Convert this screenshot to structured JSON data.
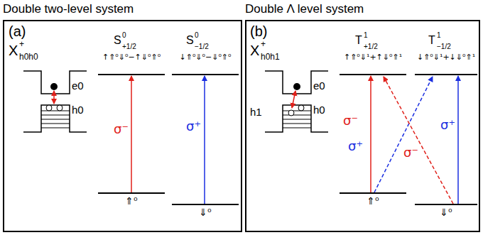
{
  "diagram": {
    "nodes": [
      {
        "text": [
          "Double two-level system"
        ]
      },
      {
        "text": [
          "Double Λ level system"
        ]
      }
    ],
    "labels": [
      "(a)",
      "X",
      "+",
      "h0h0",
      "e0",
      "h0",
      "S",
      "0",
      "+1/2",
      "↑⇑⁰⇓⁰−↑⇓⁰⇑⁰",
      "S",
      "0",
      "−1/2",
      "↓⇑⁰⇓⁰−⇓⁰⇑⁰",
      "σ⁻",
      "σ⁺",
      "⇑⁰",
      "⇓⁰",
      "(b)",
      "X",
      "+",
      "h0h1",
      "e0",
      "h0",
      "h1",
      "T",
      "1",
      "+1/2",
      "↑⇑⁰⇓¹+↑⇓⁰⇑¹",
      "T",
      "1",
      "−1/2",
      "↓⇑⁰⇓¹+↓⇓⁰⇑¹",
      "σ⁻",
      "σ⁺",
      "σ⁺",
      "σ⁻",
      "⇑⁰",
      "⇓⁰"
    ]
  }
}
